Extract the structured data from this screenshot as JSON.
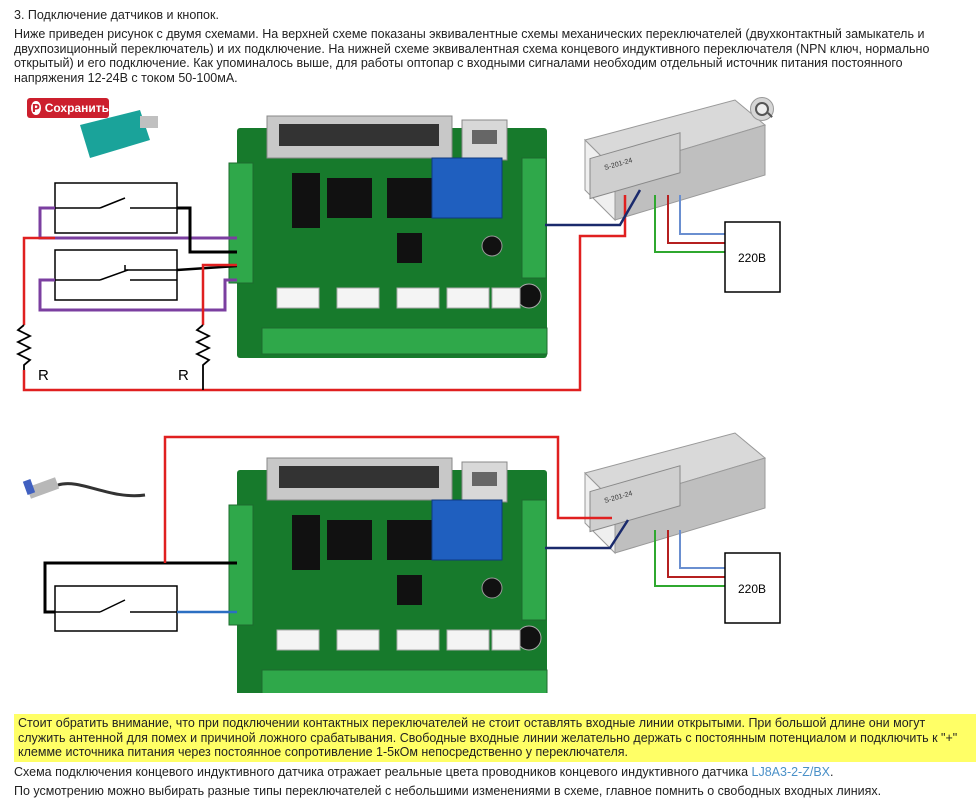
{
  "section": {
    "heading": "3. Подключение датчиков и кнопок.",
    "intro": "Ниже приведен рисунок с двумя схемами. На верхней схеме показаны эквивалентные схемы механических переключателей (двухконтактный замыкатель и двухпозиционный переключатель) и их подключение. На нижней схеме эквивалентная схема концевого индуктивного переключателя (NPN ключ, нормально открытый) и его подключение. Как упоминалось выше, для работы оптопар с входными сигналами необходим отдельный источник питания постоянного напряжения 12-24В с током 50-100мА."
  },
  "figure": {
    "save_button": "Сохранить",
    "save_icon": "pinterest-icon",
    "zoom_icon": "zoom-in-icon",
    "resistor_label": "R",
    "mains_label": "220В",
    "psu_model": "S-201-24"
  },
  "note": "Стоит обратить внимание, что при подключении контактных переключателей не стоит оставлять входные линии открытыми.  При большой длине они могут служить антенной для помех и причиной ложного срабатывания. Свободные входные линии желательно держать с постоянным потенциалом и подключить к \"+\" клемме источника питания через постоянное сопротивление 1-5кОм непосредственно у переключателя.",
  "para1": {
    "text": "Схема подключения концевого индуктивного датчика отражает реальные цвета проводников концевого индуктивного датчика ",
    "link": "LJ8A3-2-Z/BX",
    "end": "."
  },
  "para2": "По усмотрению можно выбирать разные типы переключателей с небольшими изменениями в схеме, главное помнить о свободных входных линиях.",
  "colors": {
    "note_bg": "#ffff66",
    "link": "#4a90c8",
    "save_button": "#cc1f2d",
    "board": "#1a7a2e",
    "terminal": "#2fa84a"
  }
}
